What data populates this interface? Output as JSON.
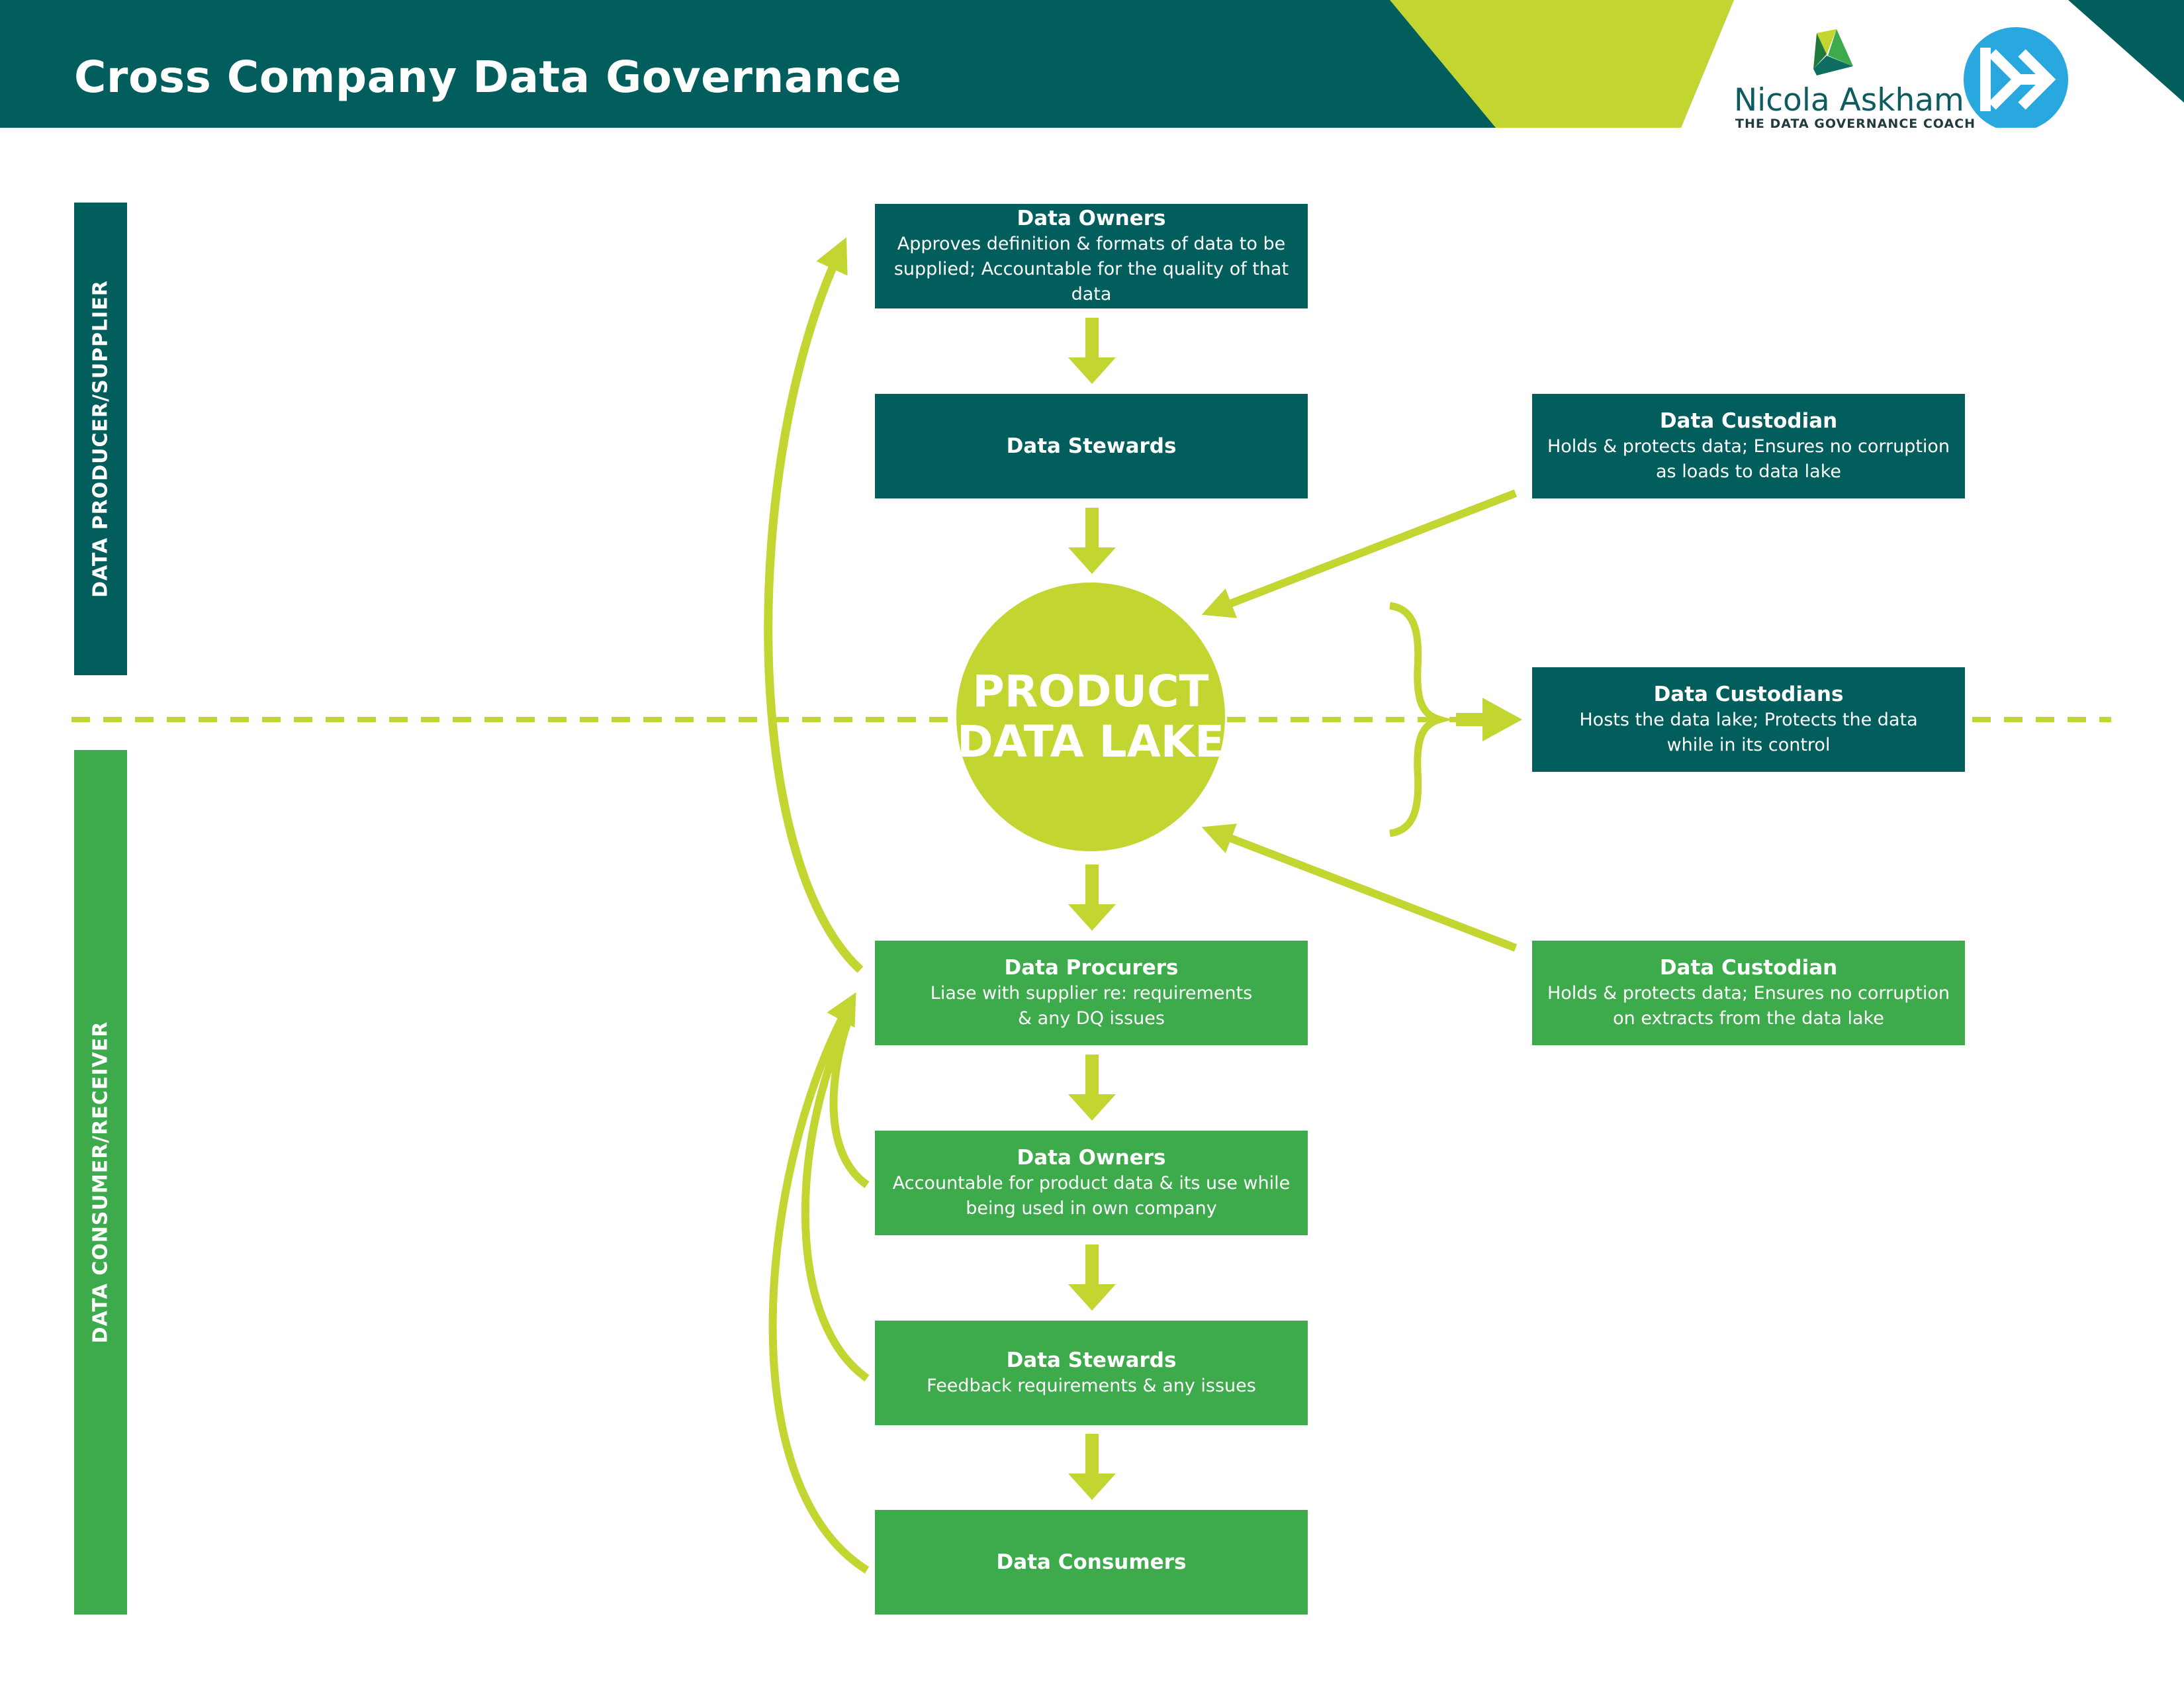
{
  "header": {
    "title": "Cross Company Data Governance",
    "logo_name": "Nicola Askham",
    "logo_tagline": "THE DATA GOVERNANCE COACH",
    "colors": {
      "teal": "#025e5c",
      "lime": "#c2d530",
      "green": "#3daa4b",
      "logo_blue": "#29a8df"
    }
  },
  "sidebar": {
    "producer": "DATA PRODUCER/SUPPLIER",
    "consumer": "DATA CONSUMER/RECEIVER"
  },
  "center": {
    "lake_line1": "PRODUCT",
    "lake_line2": "DATA LAKE"
  },
  "producer_boxes": {
    "owners_title": "Data Owners",
    "owners_desc1": "Approves definition & formats of data to be",
    "owners_desc2": "supplied; Accountable for the quality of that data",
    "stewards_title": "Data Stewards"
  },
  "consumer_boxes": {
    "procurers_title": "Data Procurers",
    "procurers_desc1": "Liase with supplier re: requirements",
    "procurers_desc2": "& any DQ issues",
    "owners_title": "Data Owners",
    "owners_desc1": "Accountable for product data & its use while",
    "owners_desc2": "being used in own company",
    "stewards_title": "Data Stewards",
    "stewards_desc": "Feedback requirements & any issues",
    "consumers_title": "Data Consumers"
  },
  "custodian_boxes": {
    "top_title": "Data Custodian",
    "top_desc1": "Holds & protects data; Ensures no corruption",
    "top_desc2": "as loads to data lake",
    "mid_title": "Data Custodians",
    "mid_desc1": "Hosts the data lake; Protects the data",
    "mid_desc2": "while in its control",
    "bottom_title": "Data Custodian",
    "bottom_desc1": "Holds & protects data; Ensures no corruption",
    "bottom_desc2": "on extracts from the data lake"
  }
}
